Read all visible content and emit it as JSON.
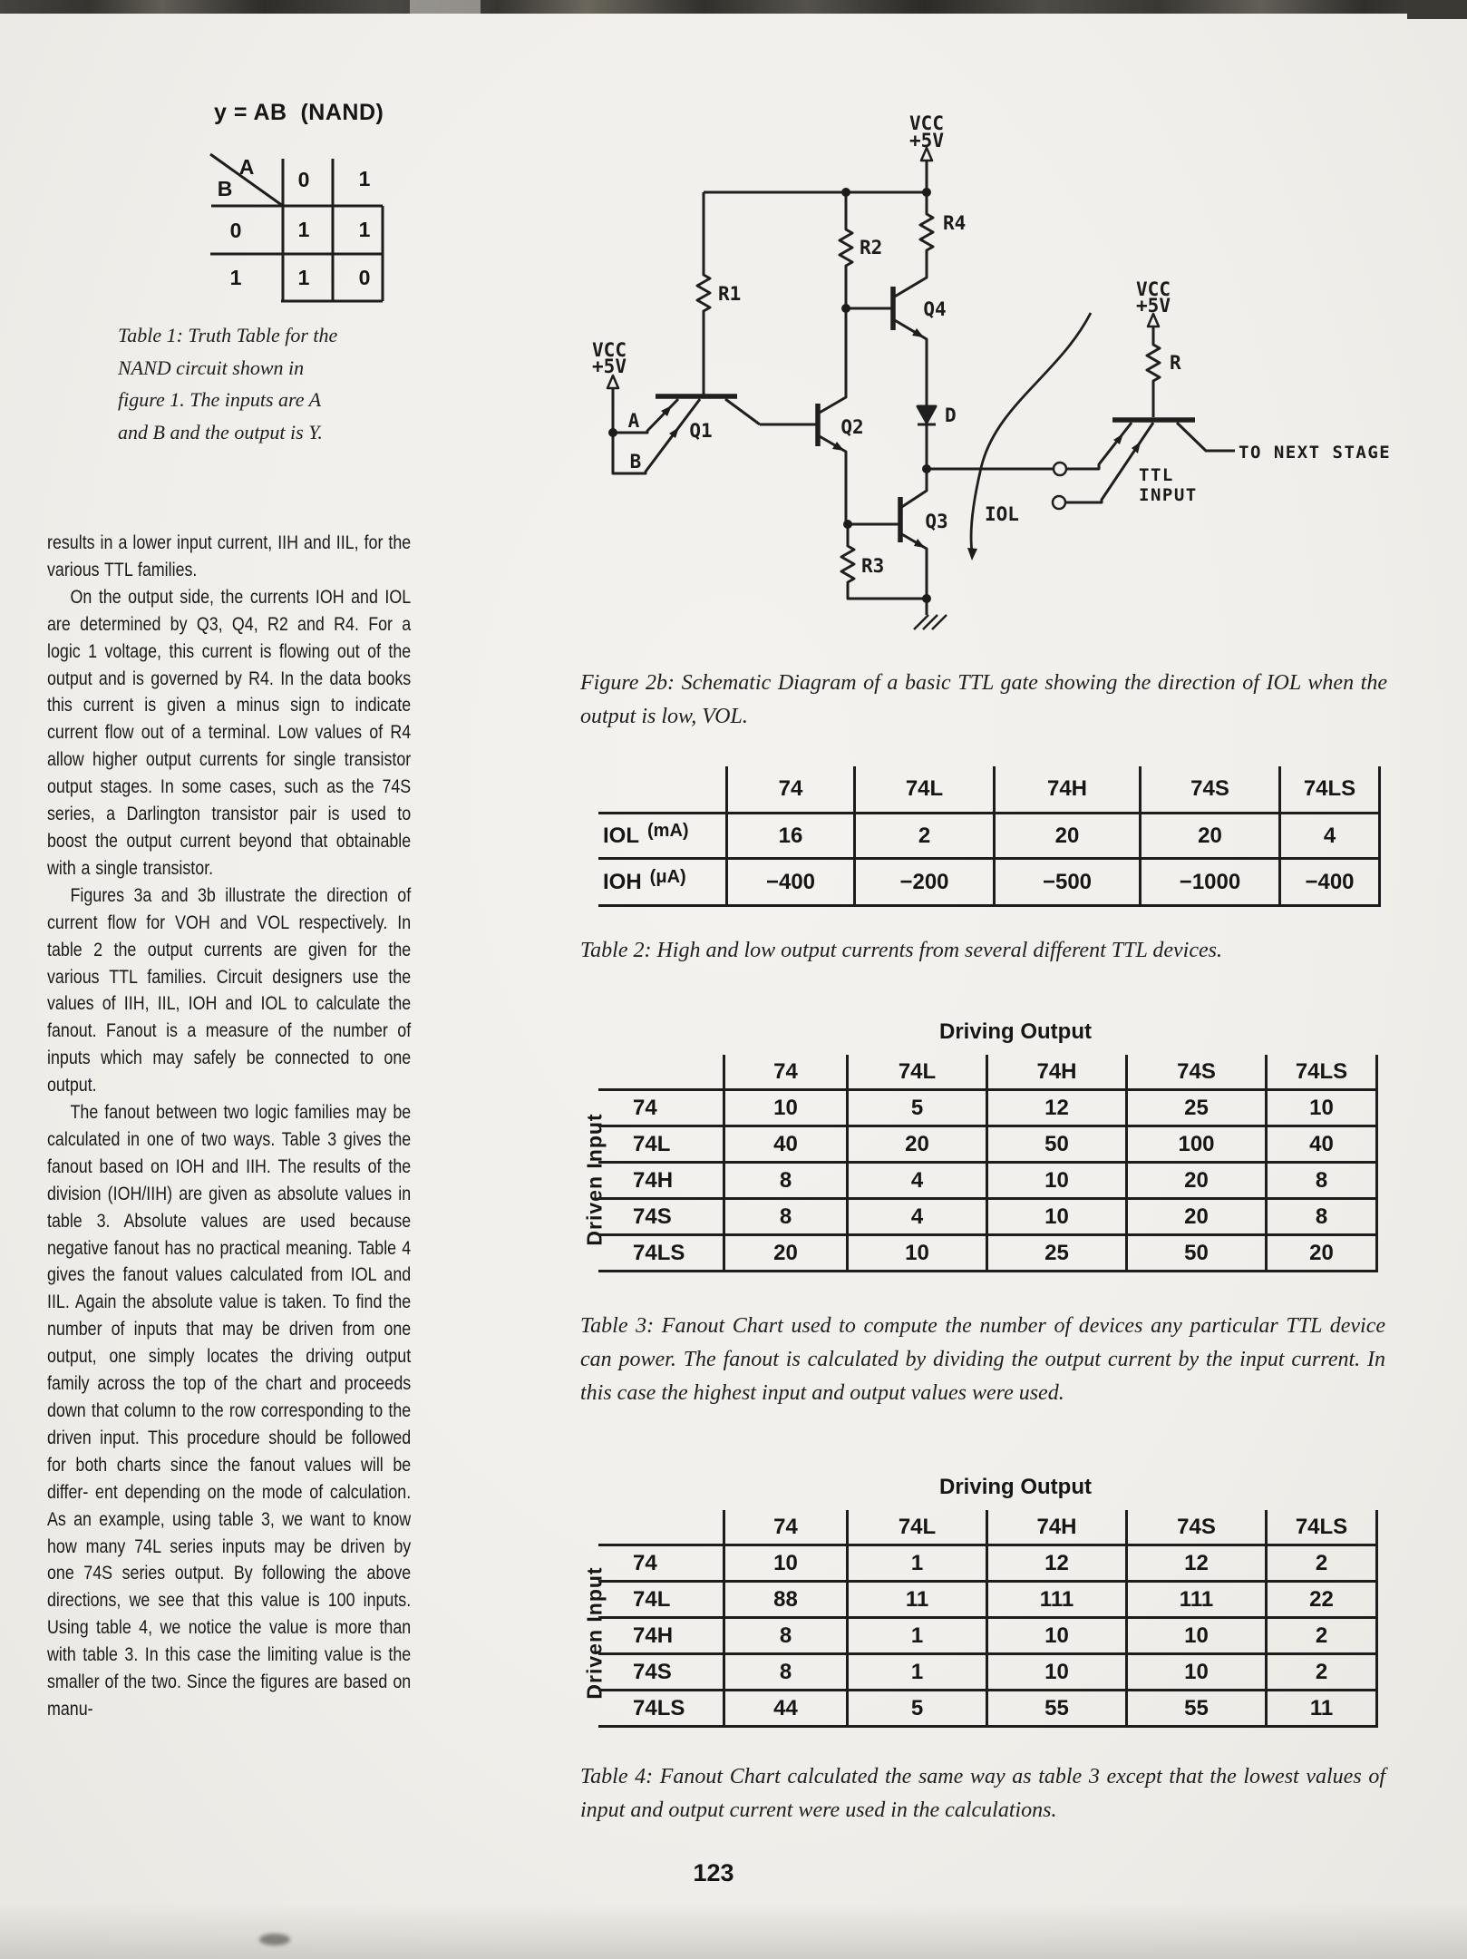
{
  "page": {
    "number": "123"
  },
  "truth_table": {
    "formula": "y = AB  (NAND)",
    "col_var": "A",
    "row_var": "B",
    "col_headers": [
      "0",
      "1"
    ],
    "row_headers": [
      "0",
      "1"
    ],
    "values": [
      [
        "1",
        "1"
      ],
      [
        "1",
        "0"
      ]
    ],
    "caption": "Table 1: Truth Table for the NAND circuit shown in figure 1. The inputs are A and B and the output is Y."
  },
  "body_text": {
    "p1": "results in a lower input current, IIH and IIL, for the various TTL families.",
    "p2": "On the output side, the currents IOH and IOL are determined by Q3, Q4, R2 and R4. For a logic 1 voltage, this current is flowing out of the output and is governed by R4. In the data books this current is given a minus sign to indicate current flow out of a terminal. Low values of R4 allow higher output currents for single transistor output stages. In some cases, such as the 74S series, a Darlington transistor pair is used to boost the output current beyond that obtainable with a single transistor.",
    "p3": "Figures 3a and 3b illustrate the direction of current flow for VOH and VOL respectively. In table 2 the output currents are given for the various TTL families. Circuit designers use the values of IIH, IIL, IOH and IOL to calculate the fanout. Fanout is a measure of the number of inputs which may safely be connected to one output.",
    "p4": "The fanout between two logic families may be calculated in one of two ways. Table 3 gives the fanout based on IOH and IIH. The results of the division (IOH/IIH) are given as absolute values in table 3. Absolute values are used because negative fanout has no practical meaning. Table 4 gives the fanout values calculated from IOL and IIL. Again the absolute value is taken. To find the number of inputs that may be driven from one output, one simply locates the driving output family across the top of the chart and proceeds down that column to the row corresponding to the driven input. This procedure should be followed for both charts since the fanout values will be differ- ent depending on the mode of calculation. As an example, using table 3, we want to know how many 74L series inputs may be driven by one 74S series output. By following the above directions, we see that this value is 100 inputs. Using table 4, we notice the value is more than with table 3. In this case the limiting value is the smaller of the two. Since the figures are based on manu-"
  },
  "schematic": {
    "caption": "Figure 2b: Schematic Diagram of a basic TTL gate showing the direction of IOL when the output is low, VOL.",
    "labels": {
      "vcc": "VCC",
      "plus5v": "+5V",
      "r1": "R1",
      "r2": "R2",
      "r3": "R3",
      "r4": "R4",
      "r": "R",
      "q1": "Q1",
      "q2": "Q2",
      "q3": "Q3",
      "q4": "Q4",
      "d": "D",
      "a": "A",
      "b": "B",
      "iol": "IOL",
      "ttl": "TTL",
      "input": "INPUT",
      "to_next_stage": "TO NEXT STAGE"
    }
  },
  "table2": {
    "columns": [
      "74",
      "74L",
      "74H",
      "74S",
      "74LS"
    ],
    "rows": [
      {
        "label": "IOL",
        "unit": "(mA)",
        "values": [
          "16",
          "2",
          "20",
          "20",
          "4"
        ]
      },
      {
        "label": "IOH",
        "unit": "(μA)",
        "values": [
          "−400",
          "−200",
          "−500",
          "−1000",
          "−400"
        ]
      }
    ],
    "caption": "Table 2: High and low output currents from several different TTL devices."
  },
  "table3": {
    "title": "Driving Output",
    "side_label": "Driven Input",
    "columns": [
      "74",
      "74L",
      "74H",
      "74S",
      "74LS"
    ],
    "rows": [
      {
        "label": "74",
        "values": [
          "10",
          "5",
          "12",
          "25",
          "10"
        ]
      },
      {
        "label": "74L",
        "values": [
          "40",
          "20",
          "50",
          "100",
          "40"
        ]
      },
      {
        "label": "74H",
        "values": [
          "8",
          "4",
          "10",
          "20",
          "8"
        ]
      },
      {
        "label": "74S",
        "values": [
          "8",
          "4",
          "10",
          "20",
          "8"
        ]
      },
      {
        "label": "74LS",
        "values": [
          "20",
          "10",
          "25",
          "50",
          "20"
        ]
      }
    ],
    "caption": "Table 3: Fanout Chart used to compute the number of devices any particular TTL device can power. The fanout is calculated by dividing the output current by the input current. In this case the highest input and output values were used."
  },
  "table4": {
    "title": "Driving Output",
    "side_label": "Driven Input",
    "columns": [
      "74",
      "74L",
      "74H",
      "74S",
      "74LS"
    ],
    "rows": [
      {
        "label": "74",
        "values": [
          "10",
          "1",
          "12",
          "12",
          "2"
        ]
      },
      {
        "label": "74L",
        "values": [
          "88",
          "11",
          "111",
          "111",
          "22"
        ]
      },
      {
        "label": "74H",
        "values": [
          "8",
          "1",
          "10",
          "10",
          "2"
        ]
      },
      {
        "label": "74S",
        "values": [
          "8",
          "1",
          "10",
          "10",
          "2"
        ]
      },
      {
        "label": "74LS",
        "values": [
          "44",
          "5",
          "55",
          "55",
          "11"
        ]
      }
    ],
    "caption": "Table 4: Fanout Chart calculated the same way as table 3 except that the lowest values of input and output current were used in the calculations."
  }
}
